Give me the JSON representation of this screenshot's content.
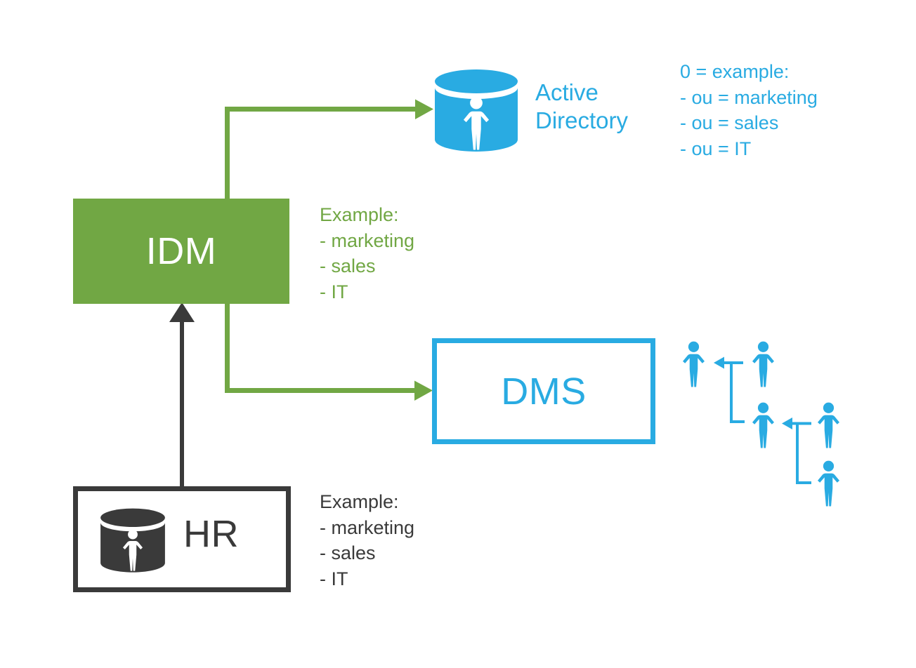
{
  "colors": {
    "green": "#71A744",
    "cyan": "#29ABE2",
    "dark": "#3A3A3A",
    "background": "#FFFFFF"
  },
  "nodes": {
    "idm": {
      "label": "IDM"
    },
    "active_directory": {
      "line1": "Active",
      "line2": "Directory"
    },
    "dms": {
      "label": "DMS"
    },
    "hr": {
      "label": "HR"
    }
  },
  "notes": {
    "active_directory": {
      "lines": [
        "0 = example:",
        "- ou = marketing",
        "- ou = sales",
        "- ou = IT"
      ]
    },
    "idm": {
      "lines": [
        "Example:",
        "- marketing",
        "- sales",
        "- IT"
      ]
    },
    "hr": {
      "lines": [
        "Example:",
        "- marketing",
        "- sales",
        "- IT"
      ]
    }
  },
  "edges": {
    "idm_to_ad": {
      "from": "IDM",
      "to": "Active Directory",
      "color": "#71A744"
    },
    "idm_to_dms": {
      "from": "IDM",
      "to": "DMS",
      "color": "#71A744"
    },
    "hr_to_idm": {
      "from": "HR",
      "to": "IDM",
      "color": "#3A3A3A"
    }
  },
  "org_chart": {
    "person_count": 5,
    "color": "#29ABE2"
  }
}
